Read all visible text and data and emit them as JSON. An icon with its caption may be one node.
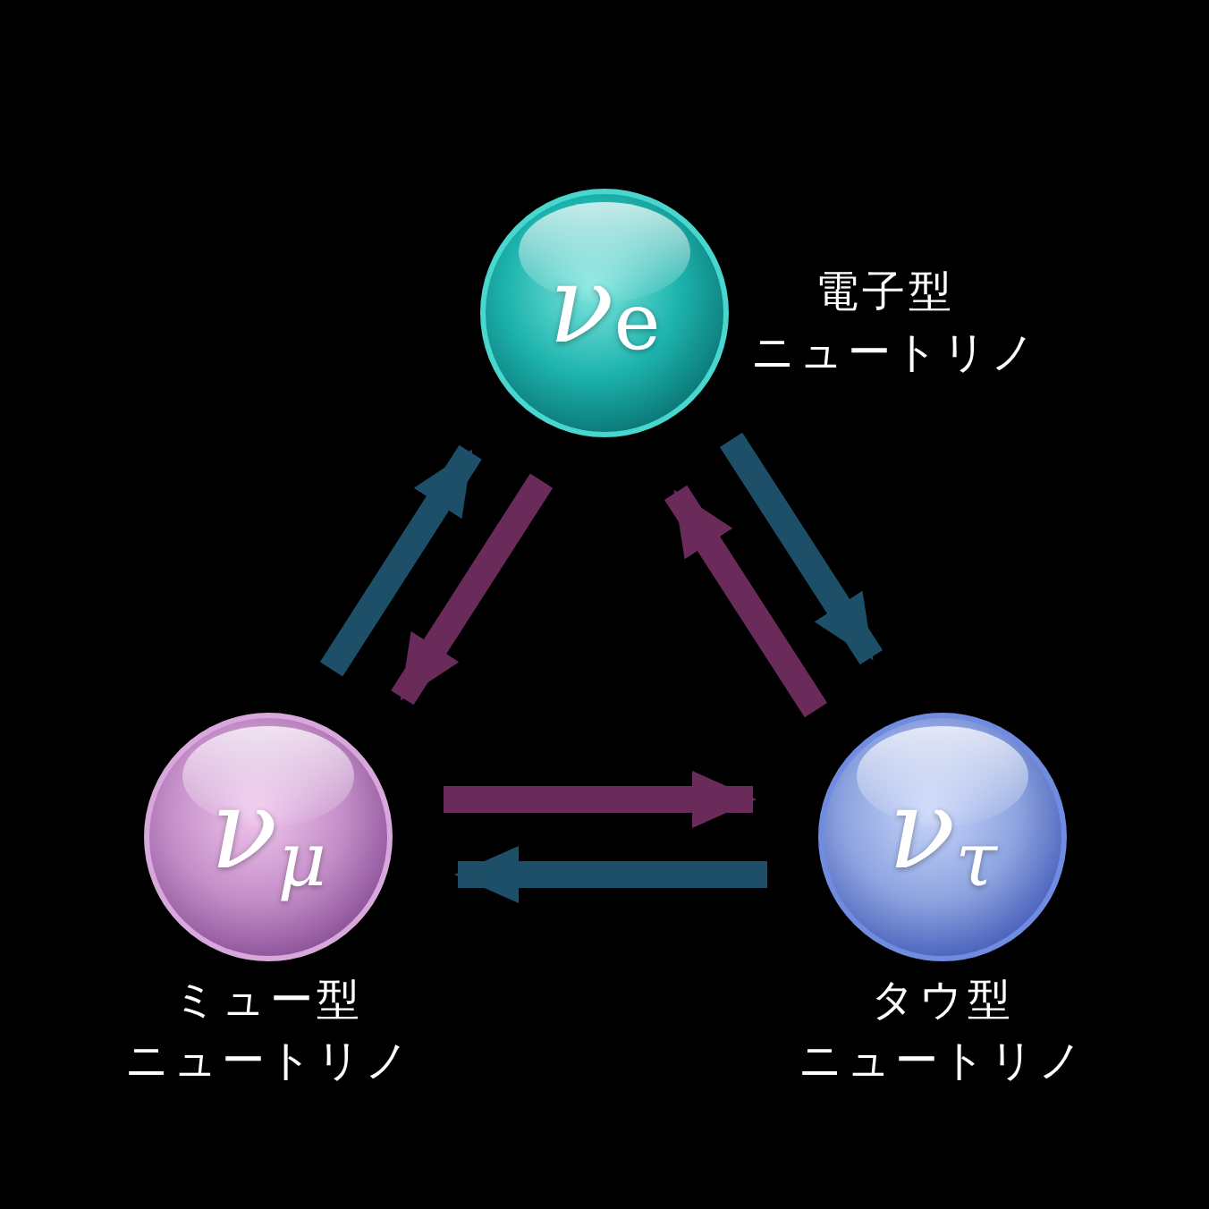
{
  "diagram": {
    "nodes": [
      {
        "text": [
          "ν$_{e}$"
        ],
        "beside": [
          "電子型",
          "ニュートリノ"
        ]
      },
      {
        "text": [
          "ν$_{μ}$"
        ],
        "beside": [
          "ミュー型",
          "ニュートリノ"
        ]
      },
      {
        "text": [
          "ν$_{τ}$"
        ],
        "beside": [
          "タウ型",
          "ニュートリノ"
        ]
      }
    ],
    "edges": [
      {
        "from": 1,
        "to": 0,
        "arrow": "to",
        "color": "#1e4f68"
      },
      {
        "from": 0,
        "to": 1,
        "arrow": "to",
        "color": "#6a2b5b"
      },
      {
        "from": 0,
        "to": 2,
        "arrow": "to",
        "color": "#1e4f68"
      },
      {
        "from": 2,
        "to": 0,
        "arrow": "to",
        "color": "#6a2b5b"
      },
      {
        "from": 1,
        "to": 2,
        "arrow": "to",
        "color": "#6a2b5b"
      },
      {
        "from": 2,
        "to": 1,
        "arrow": "to",
        "color": "#1e4f68"
      }
    ]
  }
}
